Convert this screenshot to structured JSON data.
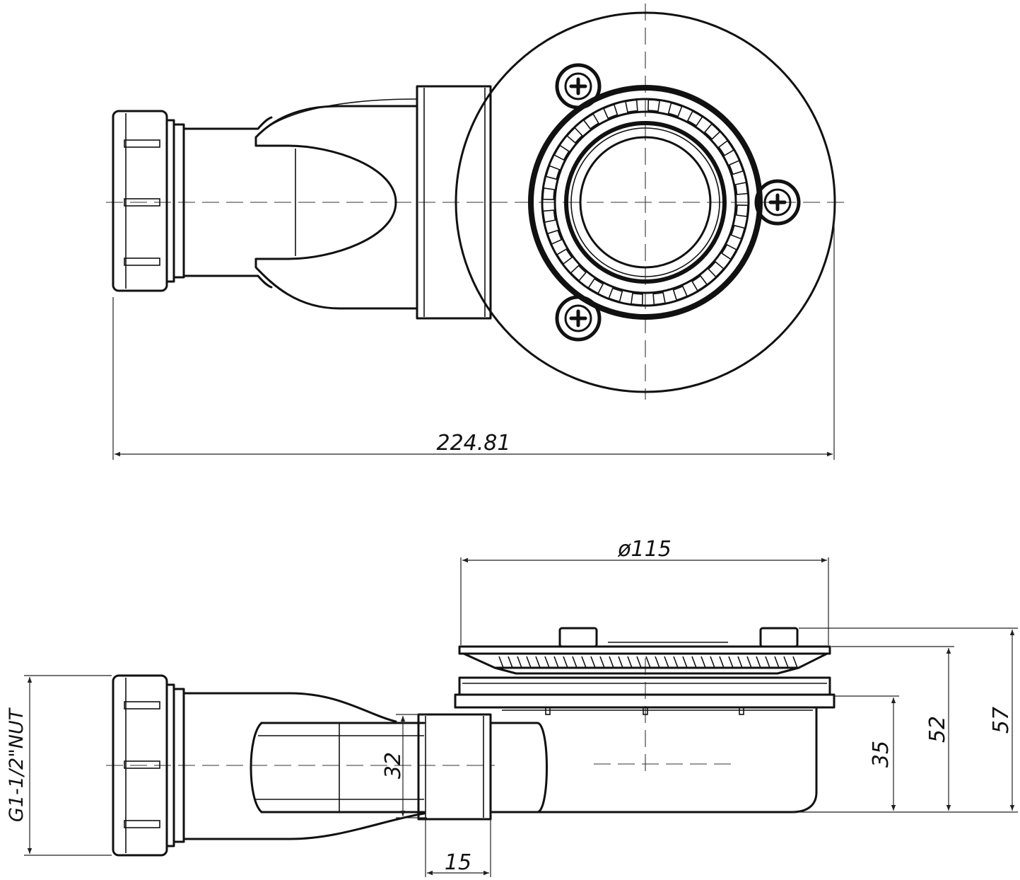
{
  "dimensions": {
    "overall_length": "224.81",
    "flange_diameter": "ø115",
    "pipe_diameter": "32",
    "spigot_length": "15",
    "body_height": "35",
    "grate_height": "52",
    "total_height": "57",
    "thread_spec": "G1-1/2\"NUT"
  },
  "colors": {
    "line": "#111111",
    "background": "#ffffff"
  }
}
